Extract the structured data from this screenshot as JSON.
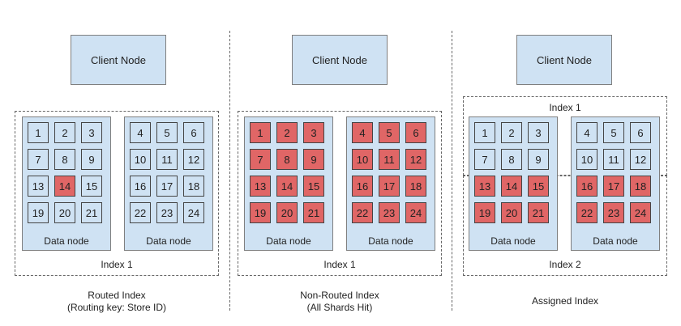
{
  "client_node_label": "Client Node",
  "data_node_label": "Data node",
  "panels": [
    {
      "title": "Routed Index",
      "subtitle": "(Routing key: Store ID)",
      "index_label": "Index 1",
      "nodes": [
        [
          {
            "n": "1",
            "hit": false
          },
          {
            "n": "2",
            "hit": false
          },
          {
            "n": "3",
            "hit": false
          },
          {
            "n": "7",
            "hit": false
          },
          {
            "n": "8",
            "hit": false
          },
          {
            "n": "9",
            "hit": false
          },
          {
            "n": "13",
            "hit": false
          },
          {
            "n": "14",
            "hit": true
          },
          {
            "n": "15",
            "hit": false
          },
          {
            "n": "19",
            "hit": false
          },
          {
            "n": "20",
            "hit": false
          },
          {
            "n": "21",
            "hit": false
          }
        ],
        [
          {
            "n": "4",
            "hit": false
          },
          {
            "n": "5",
            "hit": false
          },
          {
            "n": "6",
            "hit": false
          },
          {
            "n": "10",
            "hit": false
          },
          {
            "n": "11",
            "hit": false
          },
          {
            "n": "12",
            "hit": false
          },
          {
            "n": "16",
            "hit": false
          },
          {
            "n": "17",
            "hit": false
          },
          {
            "n": "18",
            "hit": false
          },
          {
            "n": "22",
            "hit": false
          },
          {
            "n": "23",
            "hit": false
          },
          {
            "n": "24",
            "hit": false
          }
        ]
      ]
    },
    {
      "title": "Non-Routed Index",
      "subtitle": "(All Shards Hit)",
      "index_label": "Index 1",
      "nodes": [
        [
          {
            "n": "1",
            "hit": true
          },
          {
            "n": "2",
            "hit": true
          },
          {
            "n": "3",
            "hit": true
          },
          {
            "n": "7",
            "hit": true
          },
          {
            "n": "8",
            "hit": true
          },
          {
            "n": "9",
            "hit": true
          },
          {
            "n": "13",
            "hit": true
          },
          {
            "n": "14",
            "hit": true
          },
          {
            "n": "15",
            "hit": true
          },
          {
            "n": "19",
            "hit": true
          },
          {
            "n": "20",
            "hit": true
          },
          {
            "n": "21",
            "hit": true
          }
        ],
        [
          {
            "n": "4",
            "hit": true
          },
          {
            "n": "5",
            "hit": true
          },
          {
            "n": "6",
            "hit": true
          },
          {
            "n": "10",
            "hit": true
          },
          {
            "n": "11",
            "hit": true
          },
          {
            "n": "12",
            "hit": true
          },
          {
            "n": "16",
            "hit": true
          },
          {
            "n": "17",
            "hit": true
          },
          {
            "n": "18",
            "hit": true
          },
          {
            "n": "22",
            "hit": true
          },
          {
            "n": "23",
            "hit": true
          },
          {
            "n": "24",
            "hit": true
          }
        ]
      ]
    },
    {
      "title": "Assigned Index",
      "subtitle": "",
      "index_label_top": "Index 1",
      "index_label": "Index 2",
      "nodes": [
        [
          {
            "n": "1",
            "hit": false
          },
          {
            "n": "2",
            "hit": false
          },
          {
            "n": "3",
            "hit": false
          },
          {
            "n": "7",
            "hit": false
          },
          {
            "n": "8",
            "hit": false
          },
          {
            "n": "9",
            "hit": false
          },
          {
            "n": "13",
            "hit": true
          },
          {
            "n": "14",
            "hit": true
          },
          {
            "n": "15",
            "hit": true
          },
          {
            "n": "19",
            "hit": true
          },
          {
            "n": "20",
            "hit": true
          },
          {
            "n": "21",
            "hit": true
          }
        ],
        [
          {
            "n": "4",
            "hit": false
          },
          {
            "n": "5",
            "hit": false
          },
          {
            "n": "6",
            "hit": false
          },
          {
            "n": "10",
            "hit": false
          },
          {
            "n": "11",
            "hit": false
          },
          {
            "n": "12",
            "hit": false
          },
          {
            "n": "16",
            "hit": true
          },
          {
            "n": "17",
            "hit": true
          },
          {
            "n": "18",
            "hit": true
          },
          {
            "n": "22",
            "hit": true
          },
          {
            "n": "23",
            "hit": true
          },
          {
            "n": "24",
            "hit": true
          }
        ]
      ]
    }
  ],
  "colors": {
    "node_fill": "#cfe2f3",
    "hit_fill": "#e06666"
  }
}
